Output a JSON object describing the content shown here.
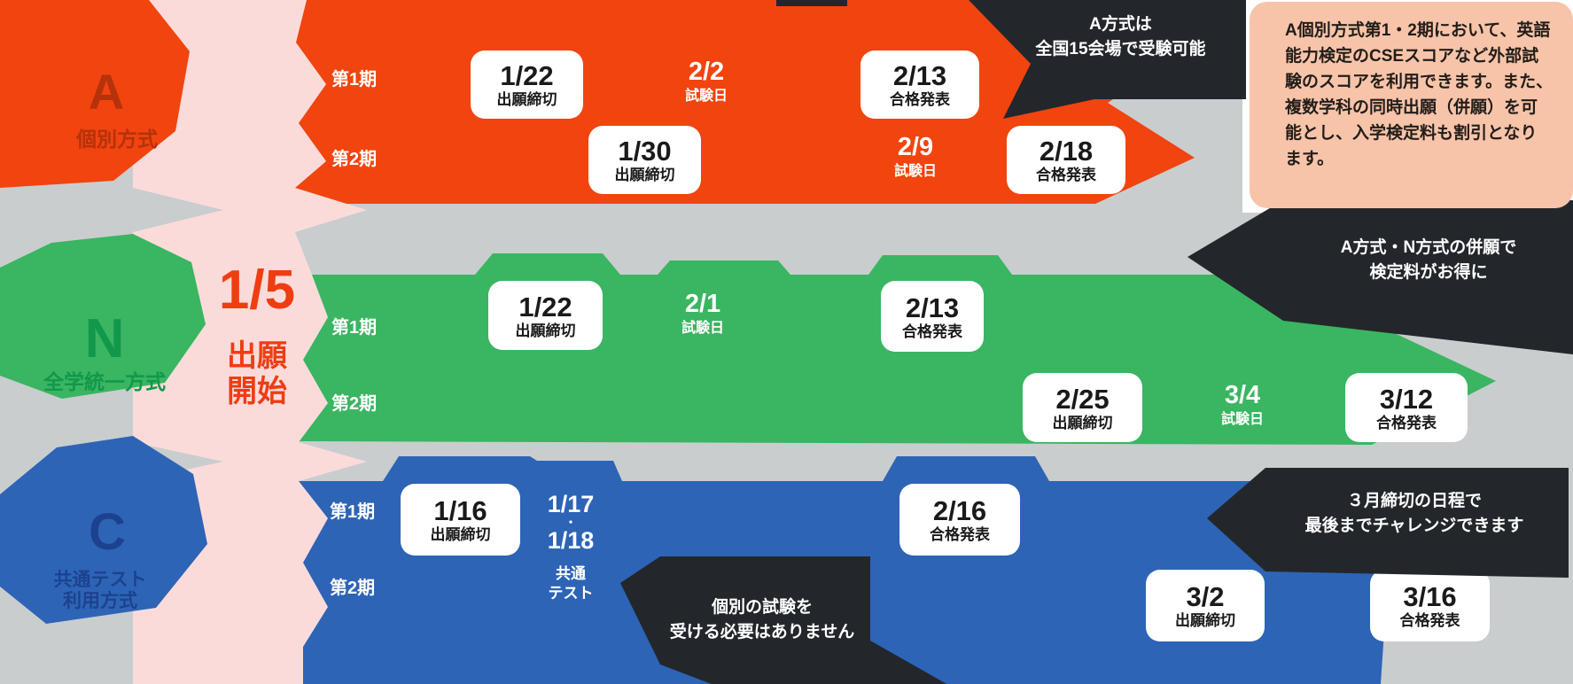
{
  "start": {
    "date": "1/5",
    "line1": "出願",
    "line2": "開始"
  },
  "bands": {
    "a": {
      "letter": "A",
      "name": "個別方式",
      "rows": [
        {
          "period": "第1期",
          "events": [
            {
              "date": "1/22",
              "label": "出願締切"
            },
            {
              "date": "2/2",
              "label": "試験日"
            },
            {
              "date": "2/13",
              "label": "合格発表"
            }
          ]
        },
        {
          "period": "第2期",
          "events": [
            {
              "date": "1/30",
              "label": "出願締切"
            },
            {
              "date": "2/9",
              "label": "試験日"
            },
            {
              "date": "2/18",
              "label": "合格発表"
            }
          ]
        }
      ]
    },
    "n": {
      "letter": "N",
      "name": "全学統一方式",
      "rows": [
        {
          "period": "第1期",
          "events": [
            {
              "date": "1/22",
              "label": "出願締切"
            },
            {
              "date": "2/1",
              "label": "試験日"
            },
            {
              "date": "2/13",
              "label": "合格発表"
            }
          ]
        },
        {
          "period": "第2期",
          "events": [
            {
              "date": "2/25",
              "label": "出願締切"
            },
            {
              "date": "3/4",
              "label": "試験日"
            },
            {
              "date": "3/12",
              "label": "合格発表"
            }
          ]
        }
      ]
    },
    "c": {
      "letter": "C",
      "name_line1": "共通テスト",
      "name_line2": "利用方式",
      "rows": [
        {
          "period": "第1期",
          "events": [
            {
              "date": "1/16",
              "label": "出願締切"
            },
            {
              "date_line1": "1/17",
              "separator": "・",
              "date_line2": "1/18",
              "label_line1": "共通",
              "label_line2": "テスト"
            },
            {
              "date": "2/16",
              "label": "合格発表"
            }
          ]
        },
        {
          "period": "第2期",
          "events": [
            {
              "date": "3/2",
              "label": "出願締切"
            },
            {
              "date": "3/16",
              "label": "合格発表"
            }
          ]
        }
      ]
    }
  },
  "bubbles": {
    "b1": {
      "line1": "A方式は",
      "line2": "全国15会場で受験可能"
    },
    "b2": {
      "line1": "A方式・N方式の併願で",
      "line2": "検定料がお得に"
    },
    "b3": {
      "line1": "３月締切の日程で",
      "line2": "最後までチャレンジできます"
    },
    "b4": {
      "line1": "個別の試験を",
      "line2": "受ける必要はありません"
    }
  },
  "note": {
    "text": "A個別方式第1・2期において、英語能力検定のCSEスコアなど外部試験のスコアを利用できます。また、複数学科の同時出願（併願）を可能とし、入学検定料も割引となります。"
  },
  "colors": {
    "orange": "#F1440F",
    "green": "#3AB561",
    "blue": "#2D64B6",
    "pink": "#FBDBDA",
    "peach": "#F7C4A9",
    "dark": "#23272C",
    "gray": "#C9CDCE",
    "start_text": "#EF3D12"
  }
}
